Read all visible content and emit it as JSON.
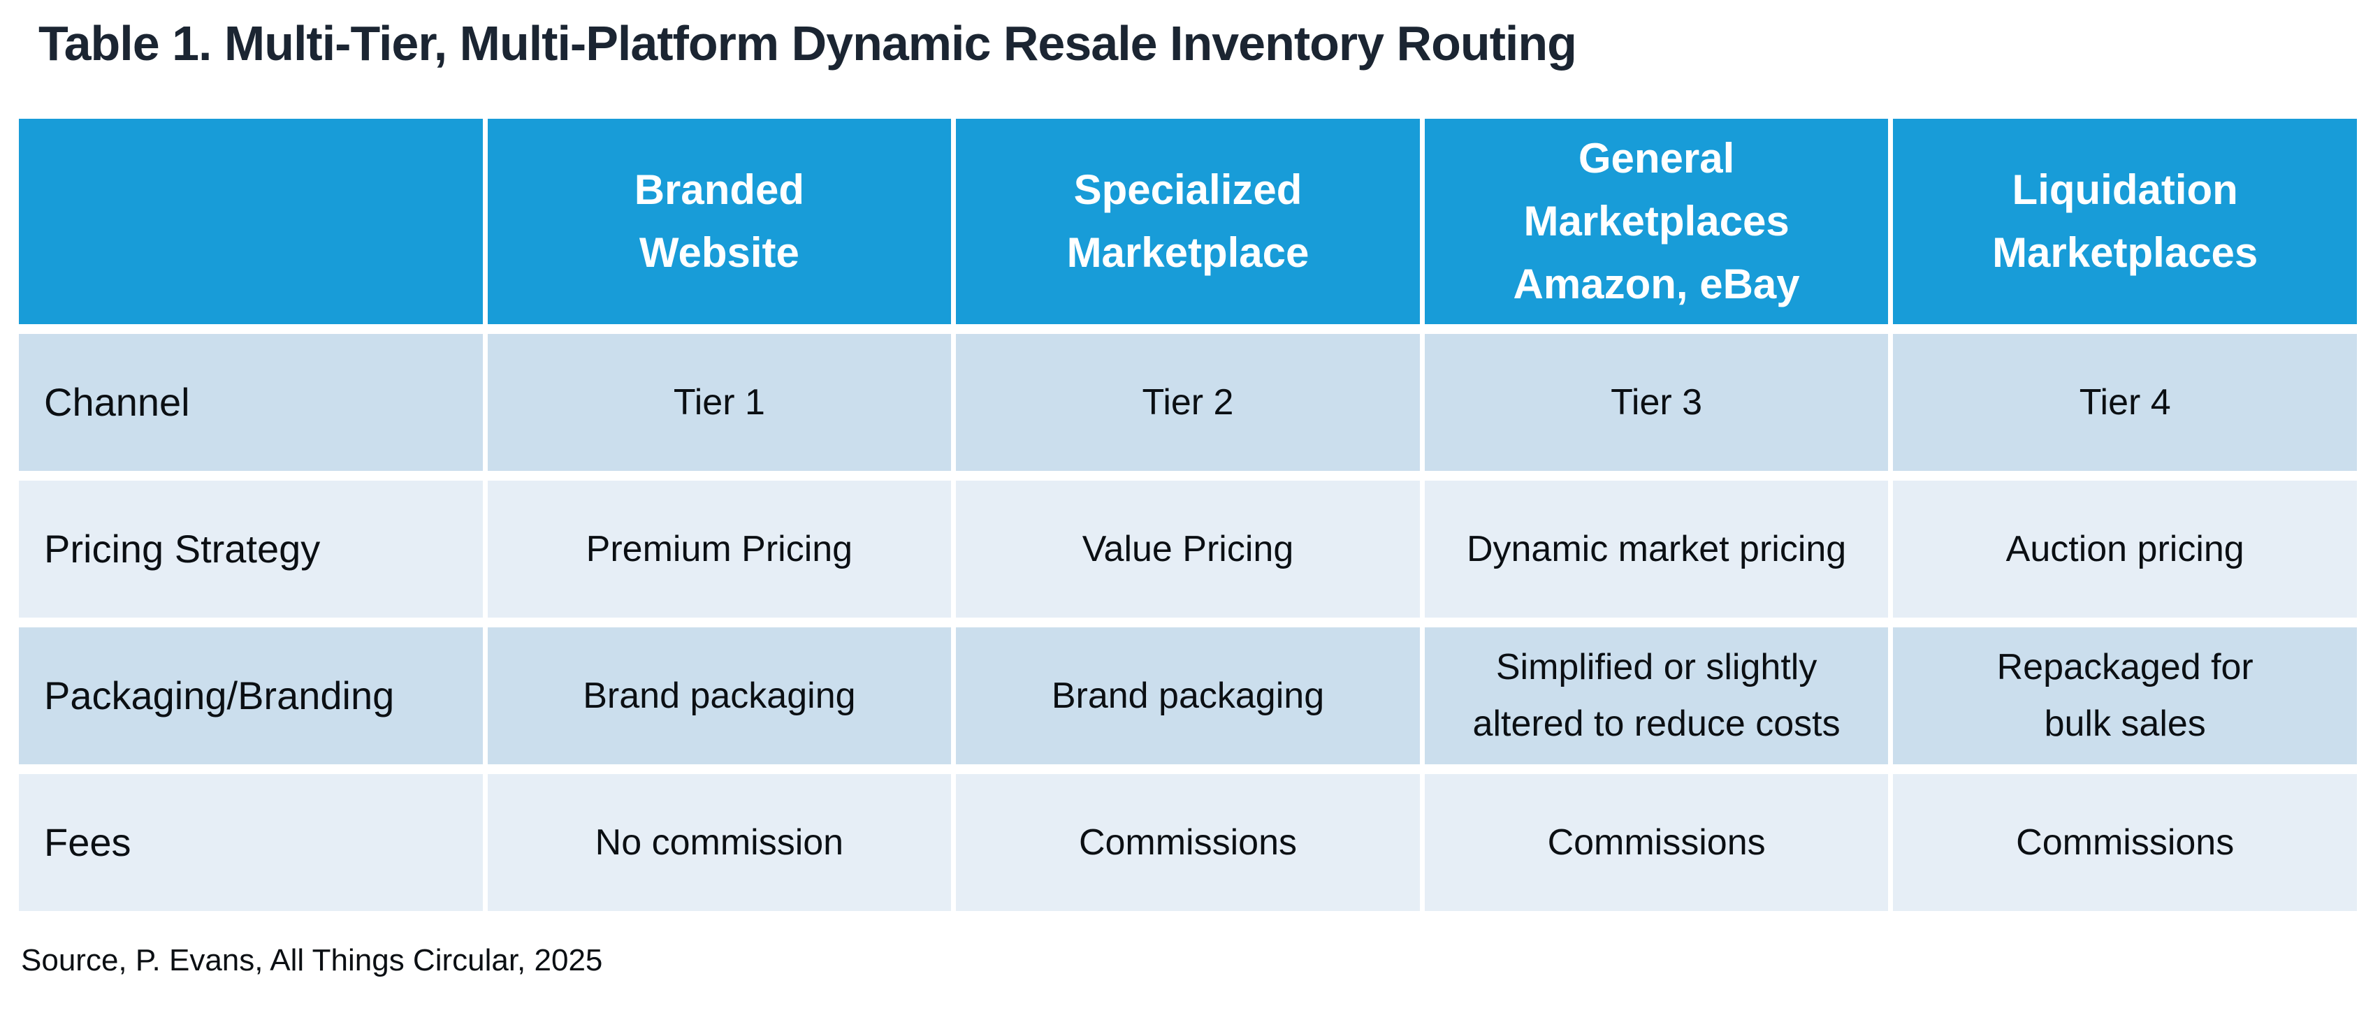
{
  "title": "Table 1. Multi-Tier, Multi-Platform Dynamic Resale Inventory Routing",
  "source": "Source, P. Evans, All Things Circular, 2025",
  "colors": {
    "header_bg": "#189CD8",
    "header_text": "#FFFFFF",
    "row_odd_bg": "#CBDEED",
    "row_even_bg": "#E6EEF6",
    "title_color": "#1B2532",
    "body_text": "#0B0F13"
  },
  "table": {
    "column_headers": [
      "",
      "Branded\nWebsite",
      "Specialized\nMarketplace",
      "General\nMarketplaces\nAmazon, eBay",
      "Liquidation\nMarketplaces"
    ],
    "rows": [
      {
        "label": "Channel",
        "values": [
          "Tier 1",
          "Tier 2",
          "Tier 3",
          "Tier 4"
        ]
      },
      {
        "label": "Pricing Strategy",
        "values": [
          "Premium Pricing",
          "Value Pricing",
          "Dynamic market pricing",
          "Auction pricing"
        ]
      },
      {
        "label": "Packaging/Branding",
        "values": [
          "Brand packaging",
          "Brand packaging",
          "Simplified or slightly\naltered to reduce costs",
          "Repackaged for\nbulk sales"
        ]
      },
      {
        "label": "Fees",
        "values": [
          "No commission",
          "Commissions",
          "Commissions",
          "Commissions"
        ]
      }
    ]
  }
}
